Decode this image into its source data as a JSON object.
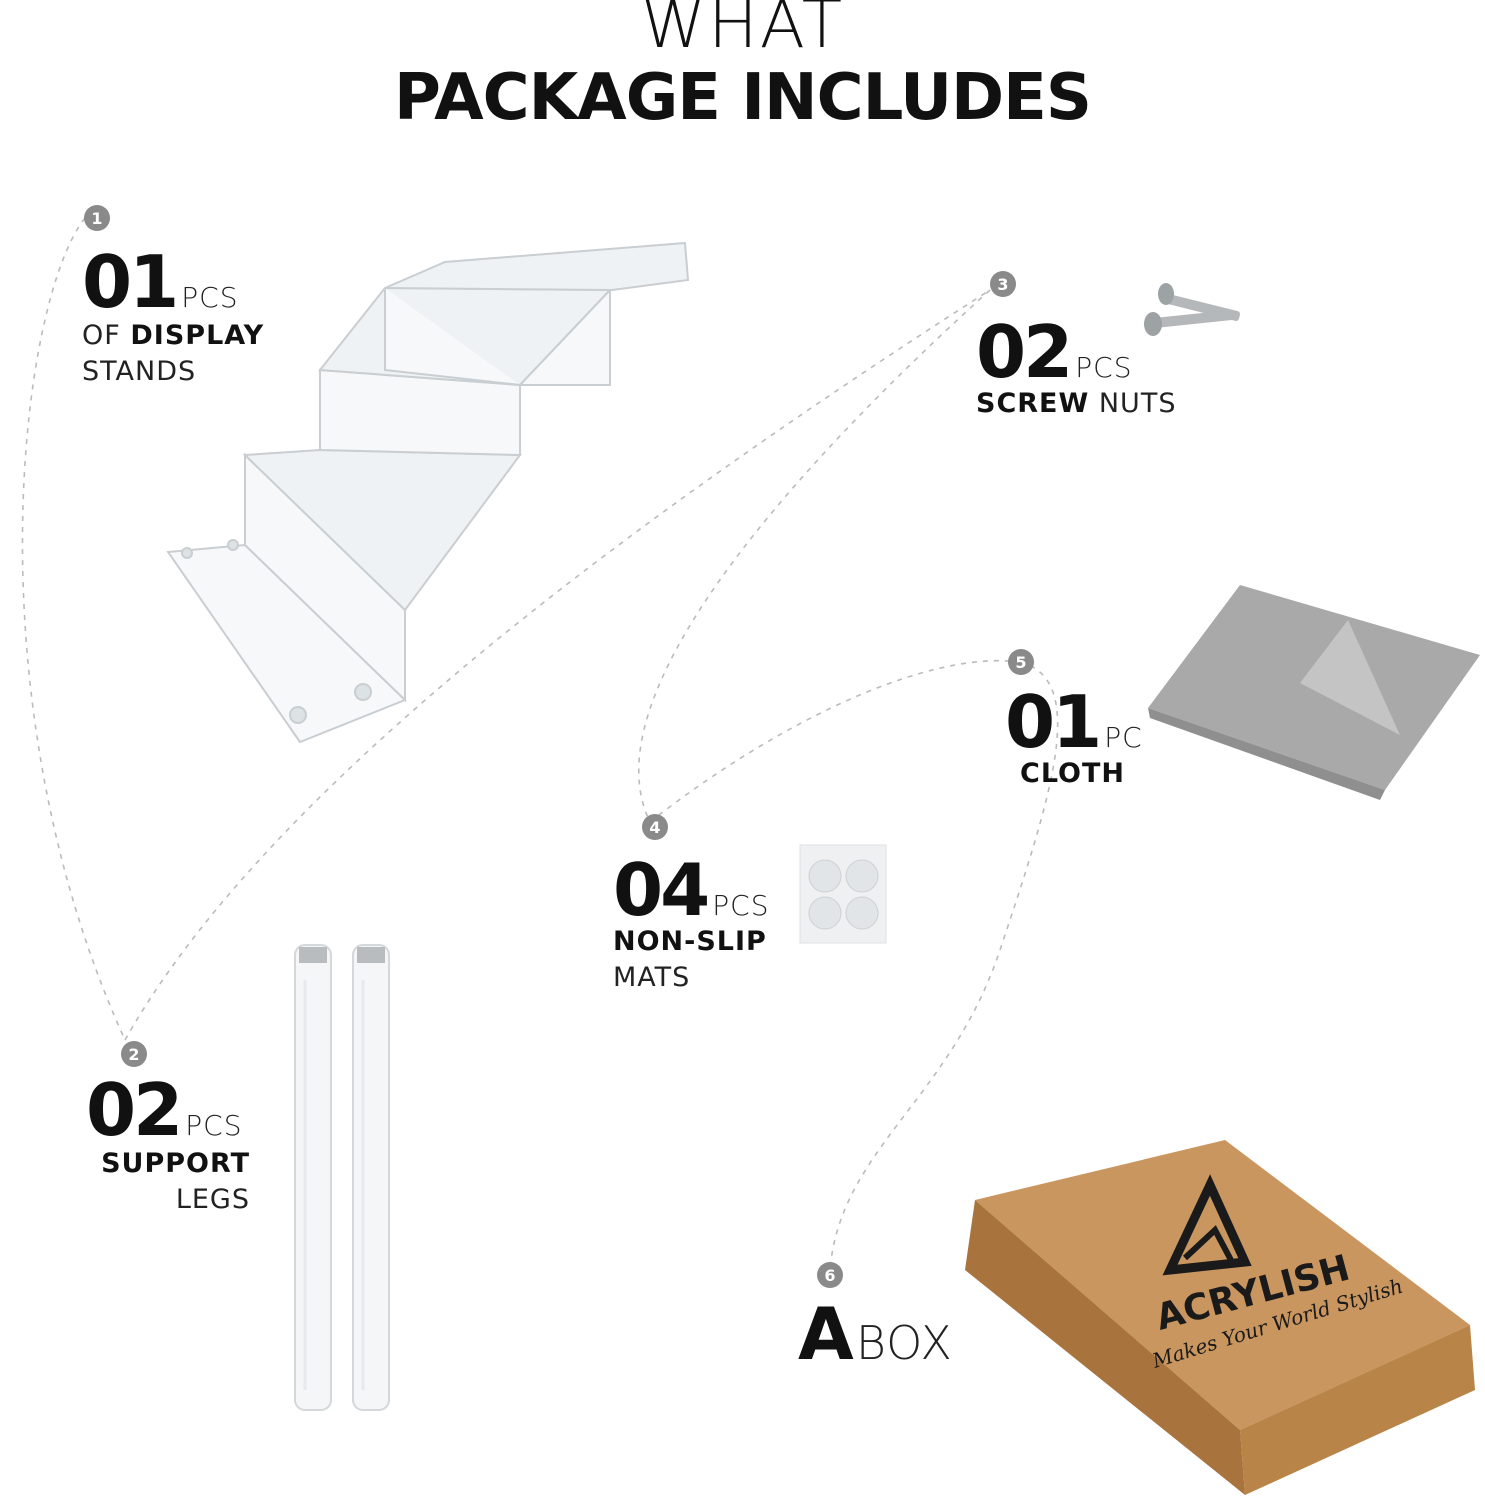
{
  "heading": {
    "line1": "WHAT",
    "line2": "PACKAGE INCLUDES"
  },
  "items": [
    {
      "badge": "1",
      "qty": "01",
      "unit": "PCS",
      "line_a_light": "OF ",
      "line_a_bold": "DISPLAY",
      "line_b": "STANDS",
      "icon": "acrylic-stair-stand-icon"
    },
    {
      "badge": "2",
      "qty": "02",
      "unit": "PCS",
      "line_a_bold": "SUPPORT",
      "line_b": "LEGS",
      "icon": "support-leg-rod-icon"
    },
    {
      "badge": "3",
      "qty": "02",
      "unit": "PCS",
      "line_a_bold": "SCREW",
      "line_a_light": " NUTS",
      "icon": "screw-icon"
    },
    {
      "badge": "4",
      "qty": "04",
      "unit": "PCS",
      "line_a_bold": "NON-SLIP",
      "line_b": "MATS",
      "icon": "non-slip-pad-icon"
    },
    {
      "badge": "5",
      "qty": "01",
      "unit": "PC",
      "line_a_bold": "CLOTH",
      "icon": "cleaning-cloth-icon"
    },
    {
      "badge": "6",
      "qty": "A",
      "unit": "BOX",
      "icon": "kraft-box-icon"
    }
  ],
  "box_logo": {
    "brand": "ACRYLISH",
    "tagline": "Makes Your World Stylish"
  },
  "colors": {
    "text": "#111111",
    "badge": "#8a8a8a",
    "dashed_line": "#bbbbbb",
    "box": "#c9965f",
    "cloth": "#a9a9a9"
  }
}
